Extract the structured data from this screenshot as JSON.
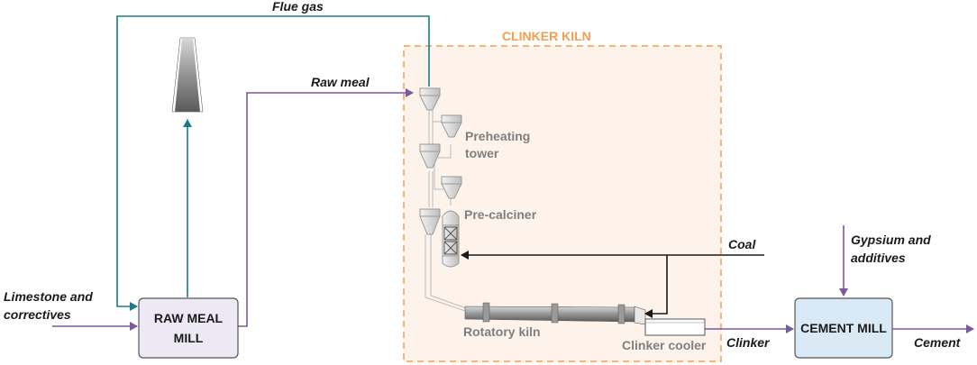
{
  "colors": {
    "teal": "#1a7a8a",
    "purple": "#7a5a9a",
    "black_arrow": "#1a1a1a",
    "kiln_border": "#f39c4f",
    "kiln_fill": "#fdf3ea",
    "raw_mill_fill": "#ece8f4",
    "cement_mill_fill": "#d9e9f5"
  },
  "labels": {
    "flue_gas": "Flue gas",
    "raw_meal": "Raw meal",
    "clinker_kiln": "CLINKER KILN",
    "preheating_line1": "Preheating",
    "preheating_line2": "tower",
    "pre_calciner": "Pre-calciner",
    "coal": "Coal",
    "rotatory_kiln": "Rotatory kiln",
    "clinker_cooler": "Clinker cooler",
    "clinker": "Clinker",
    "cement": "Cement",
    "limestone_line1": "Limestone and",
    "limestone_line2": "correctives",
    "gypsum_line1": "Gypsium and",
    "gypsum_line2": "additives"
  },
  "boxes": {
    "raw_meal_mill_line1": "RAW MEAL",
    "raw_meal_mill_line2": "MILL",
    "cement_mill": "CEMENT MILL"
  },
  "icons": {
    "stack": "chimney-stack-icon",
    "cyclone": "cyclone-icon",
    "calciner": "calciner-vessel-icon",
    "kiln": "rotary-kiln-icon",
    "cooler": "clinker-cooler-icon"
  }
}
